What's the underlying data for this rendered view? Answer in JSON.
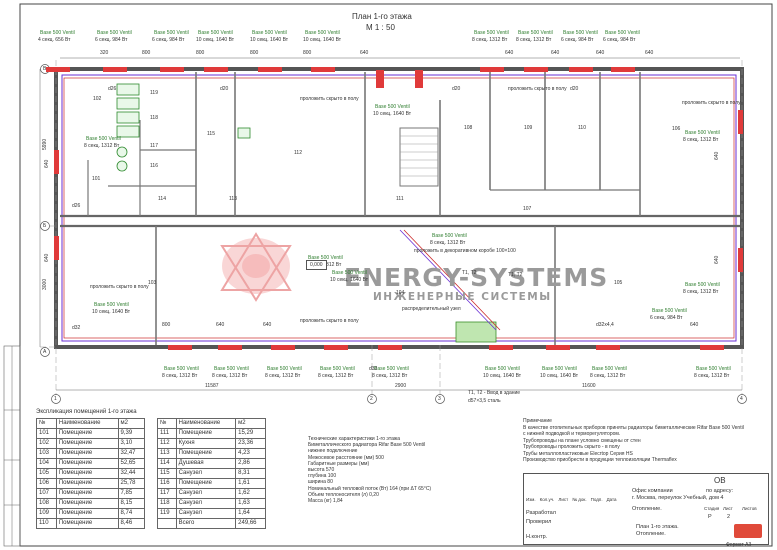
{
  "drawing": {
    "title": "План 1-го этажа",
    "scale": "М 1 : 50",
    "sheet_code": "ОВ",
    "company": "Офис компании",
    "address_head": "по адресу:",
    "address": "г. Москва, переулок Учебный, дом 4",
    "section": "Отопление.",
    "sheet_title_1": "План 1-го этажа.",
    "sheet_title_2": "Отопление.",
    "stage": "Р",
    "sheet_no": "2",
    "format": "Формат  А3",
    "stage_label": "Стадия",
    "sheet_label": "Лист",
    "sheets_label": "Листов",
    "razrab": "Разработал",
    "prover": "Проверил",
    "nkontr": "Н.контр.",
    "col_heads": [
      "Изм.",
      "Кол.уч.",
      "Лист",
      "№ док.",
      "Подп.",
      "Дата"
    ]
  },
  "watermark": {
    "brand": "ENERGY-SYSTEMS",
    "tagline": "ИНЖЕНЕРНЫЕ СИСТЕМЫ"
  },
  "axes": {
    "letters": [
      "В",
      "Б",
      "А"
    ],
    "numbers": [
      "1",
      "2",
      "3",
      "4"
    ],
    "dims_bottom": [
      "11587",
      "2900",
      "11600"
    ],
    "dims_left": [
      "5990",
      "3000"
    ],
    "dims_top": [
      "320",
      "800",
      "800",
      "800",
      "800",
      "640",
      "640",
      "640",
      "640",
      "640"
    ],
    "dims_side": [
      "640",
      "640",
      "640",
      "640"
    ],
    "dims_inner": [
      "800",
      "640",
      "640",
      "d32x4,4",
      "640"
    ]
  },
  "radiators_top": [
    {
      "name": "Base 500 Ventil",
      "spec": "4 секц. 656 Вт"
    },
    {
      "name": "Base 500 Ventil",
      "spec": "6 секц. 984 Вт"
    },
    {
      "name": "Base 500 Ventil",
      "spec": "6 секц. 984 Вт"
    },
    {
      "name": "Base 500 Ventil",
      "spec": "10 секц. 1640 Вт"
    },
    {
      "name": "Base 500 Ventil",
      "spec": "10 секц. 1640 Вт"
    },
    {
      "name": "Base 500 Ventil",
      "spec": "10 секц. 1640 Вт"
    },
    {
      "name": "Base 500 Ventil",
      "spec": "8 секц. 1312 Вт"
    },
    {
      "name": "Base 500 Ventil",
      "spec": "8 секц. 1312 Вт"
    },
    {
      "name": "Base 500 Ventil",
      "spec": "6 секц. 984 Вт"
    },
    {
      "name": "Base 500 Ventil",
      "spec": "6 секц. 984 Вт"
    }
  ],
  "radiators_bottom": [
    {
      "name": "Base 500 Ventil",
      "spec": "8 секц. 1312 Вт"
    },
    {
      "name": "Base 500 Ventil",
      "spec": "8 секц. 1312 Вт"
    },
    {
      "name": "Base 500 Ventil",
      "spec": "8 секц. 1312 Вт"
    },
    {
      "name": "Base 500 Ventil",
      "spec": "8 секц. 1312 Вт"
    },
    {
      "name": "Base 500 Ventil",
      "spec": "8 секц. 1312 Вт"
    },
    {
      "name": "Base 500 Ventil",
      "spec": "10 секц. 1640 Вт"
    },
    {
      "name": "Base 500 Ventil",
      "spec": "10 секц. 1640 Вт"
    },
    {
      "name": "Base 500 Ventil",
      "spec": "8 секц. 1312 Вт"
    },
    {
      "name": "Base 500 Ventil",
      "spec": "8 секц. 1312 Вт"
    }
  ],
  "radiators_inner": [
    {
      "name": "Base 500 Ventil",
      "spec": "8 секц. 1312 Вт"
    },
    {
      "name": "Base 500 Ventil",
      "spec": "8 секц. 1312 Вт"
    },
    {
      "name": "Base 500 Ventil",
      "spec": "10 секц. 1640 Вт"
    },
    {
      "name": "Base 500 Ventil",
      "spec": "10 секц. 1640 Вт"
    },
    {
      "name": "Base 500 Ventil",
      "spec": "8 секц. 1312 Вт"
    },
    {
      "name": "Base 500 Ventil",
      "spec": "8 секц. 1312 Вт"
    },
    {
      "name": "Base 500 Ventil",
      "spec": "6 секц. 984 Вт"
    },
    {
      "name": "Base 500 Ventil",
      "spec": "8 секц. 1312 Вт"
    },
    {
      "name": "Base 500 Ventil",
      "spec": "10 секц. 1640 Вт"
    }
  ],
  "plan_notes": {
    "hidden_floor": "проложить скрыто в полу",
    "riser_box": "проложить в декоративном коробе 100×100",
    "dist_node": "распределительный узел",
    "input": "Т1, Т2 - Ввод в здание",
    "input_pipe": "d57×3,5  сталь",
    "t1t2": "Т1, Т2",
    "mark": "0,000",
    "pipe_d32": "d32",
    "pipe_d26": "d26",
    "pipe_d20": "d20"
  },
  "rooms": [
    "101",
    "102",
    "103",
    "104",
    "105",
    "106",
    "107",
    "108",
    "109",
    "110",
    "111",
    "112",
    "113",
    "114",
    "115",
    "116",
    "117",
    "118",
    "119"
  ],
  "explication": {
    "caption": "Экспликация помещений 1-го этажа",
    "headers": [
      "№",
      "Наименование",
      "м2"
    ],
    "left": [
      [
        "101",
        "Помещение",
        "9,39"
      ],
      [
        "102",
        "Помещение",
        "3,10"
      ],
      [
        "103",
        "Помещение",
        "32,47"
      ],
      [
        "104",
        "Помещение",
        "52,65"
      ],
      [
        "105",
        "Помещение",
        "32,44"
      ],
      [
        "106",
        "Помещение",
        "25,78"
      ],
      [
        "107",
        "Помещение",
        "7,85"
      ],
      [
        "108",
        "Помещение",
        "8,15"
      ],
      [
        "109",
        "Помещение",
        "8,74"
      ],
      [
        "110",
        "Помещение",
        "8,46"
      ]
    ],
    "right": [
      [
        "111",
        "Помещение",
        "15,29"
      ],
      [
        "112",
        "Кухня",
        "23,36"
      ],
      [
        "113",
        "Помещение",
        "4,23"
      ],
      [
        "114",
        "Душевая",
        "2,86"
      ],
      [
        "115",
        "Санузел",
        "8,31"
      ],
      [
        "116",
        "Помещение",
        "1,61"
      ],
      [
        "117",
        "Санузел",
        "1,62"
      ],
      [
        "118",
        "Санузел",
        "1,63"
      ],
      [
        "119",
        "Санузел",
        "1,64"
      ],
      [
        "",
        "Всего",
        "249,66"
      ]
    ]
  },
  "tech_specs": [
    "Технические характеристики 1-го этажа",
    "Биметаллического радиатора Rifar Base 500 Ventil",
    "нижнее подключение",
    "Межосевое расстояние (мм)  500",
    "Габаритные размеры (мм)",
    "высота    570",
    "глубина   100",
    "ширина    80",
    "Номинальный тепловой поток (Вт)  164 (при  ΔТ 65°С)",
    "Объем теплоносителя (л)  0,20",
    "Масса (кг)  1,84"
  ],
  "notes": [
    "Примечание",
    "В качестве отопительных приборов приняты радиаторы биметаллические Rifar Base 500 Ventil",
    "  с нижней подводкой и терморегулятором.",
    "Трубопроводы на плане условно смещены от стен",
    "Трубопроводы проложить скрыто - в полу",
    "Трубы металлопластиковые  Elecrtop Серия НS",
    "Производство приобрести в продукции теплоизоляции  Thermaflex"
  ]
}
